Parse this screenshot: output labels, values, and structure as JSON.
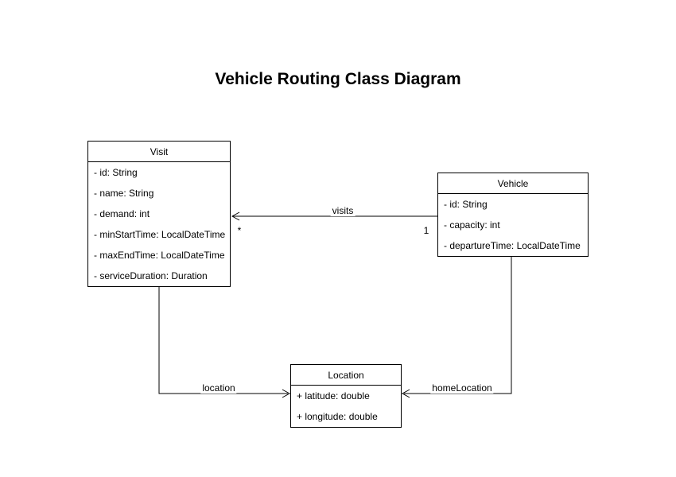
{
  "title": "Vehicle Routing Class Diagram",
  "classes": {
    "visit": {
      "name": "Visit",
      "attributes": [
        "- id: String",
        "- name: String",
        "- demand: int",
        "- minStartTime: LocalDateTime",
        "- maxEndTime: LocalDateTime",
        "- serviceDuration: Duration"
      ]
    },
    "vehicle": {
      "name": "Vehicle",
      "attributes": [
        "- id: String",
        "- capacity: int",
        "- departureTime: LocalDateTime"
      ]
    },
    "location": {
      "name": "Location",
      "attributes": [
        "+ latitude: double",
        "+ longitude: double"
      ]
    }
  },
  "relationships": {
    "visits": {
      "label": "visits",
      "source_class": "Vehicle",
      "target_class": "Visit",
      "source_multiplicity": "1",
      "target_multiplicity": "*"
    },
    "location": {
      "label": "location",
      "source_class": "Visit",
      "target_class": "Location"
    },
    "homeLocation": {
      "label": "homeLocation",
      "source_class": "Vehicle",
      "target_class": "Location"
    }
  },
  "colors": {
    "stroke": "#000000",
    "fill": "#ffffff",
    "text": "#000000"
  }
}
